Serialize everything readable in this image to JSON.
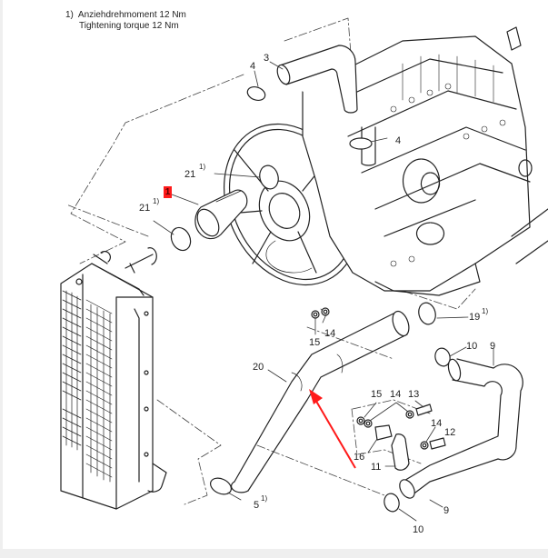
{
  "note": {
    "marker": "1)",
    "line_de": "Anziehdrehmoment 12 Nm",
    "line_en": "Tightening torque 12 Nm"
  },
  "highlight": {
    "part_number": "1",
    "color": "#ff1a1a",
    "arrow_target": "20"
  },
  "callouts": [
    {
      "id": "3",
      "text": "3",
      "sup": ""
    },
    {
      "id": "4a",
      "text": "4",
      "sup": ""
    },
    {
      "id": "4b",
      "text": "4",
      "sup": ""
    },
    {
      "id": "21a",
      "text": "21",
      "sup": "1)"
    },
    {
      "id": "21b",
      "text": "21",
      "sup": "1)"
    },
    {
      "id": "14a",
      "text": "14",
      "sup": ""
    },
    {
      "id": "15a",
      "text": "15",
      "sup": ""
    },
    {
      "id": "19",
      "text": "19",
      "sup": "1)"
    },
    {
      "id": "10a",
      "text": "10",
      "sup": ""
    },
    {
      "id": "9a",
      "text": "9",
      "sup": ""
    },
    {
      "id": "20",
      "text": "20",
      "sup": ""
    },
    {
      "id": "15b",
      "text": "15",
      "sup": ""
    },
    {
      "id": "14b",
      "text": "14",
      "sup": ""
    },
    {
      "id": "13",
      "text": "13",
      "sup": ""
    },
    {
      "id": "14c",
      "text": "14",
      "sup": ""
    },
    {
      "id": "12",
      "text": "12",
      "sup": ""
    },
    {
      "id": "16",
      "text": "16",
      "sup": ""
    },
    {
      "id": "11",
      "text": "11",
      "sup": ""
    },
    {
      "id": "5",
      "text": "5",
      "sup": "1)"
    },
    {
      "id": "9b",
      "text": "9",
      "sup": ""
    },
    {
      "id": "10b",
      "text": "10",
      "sup": ""
    }
  ]
}
